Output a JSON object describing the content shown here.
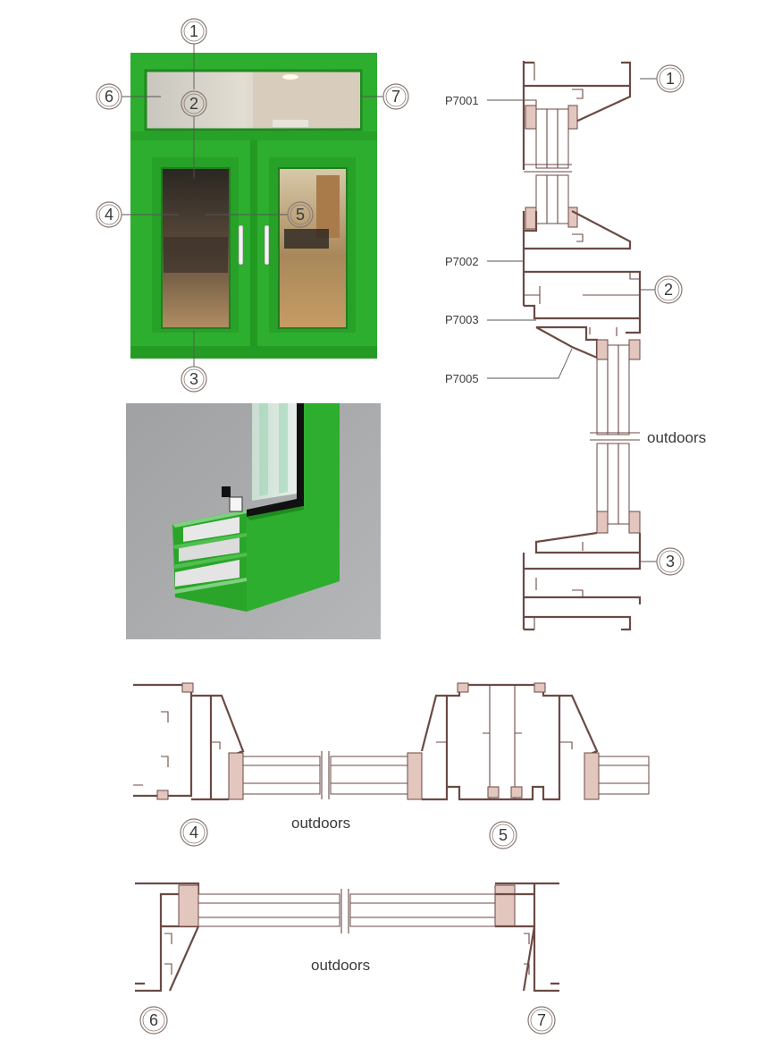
{
  "markers": {
    "m1": "1",
    "m2": "2",
    "m3": "3",
    "m4": "4",
    "m5": "5",
    "m6": "6",
    "m7": "7"
  },
  "profile_labels": {
    "p7001": "P7001",
    "p7002": "P7002",
    "p7003": "P7003",
    "p7005": "P7005"
  },
  "outdoors_label": "outdoors",
  "colors": {
    "frame_green": "#2eae2e",
    "frame_green_dark": "#1f8a1f",
    "profile_line": "#6b4a44",
    "gasket": "#e3c6be",
    "background_grey": "#a9abac"
  }
}
